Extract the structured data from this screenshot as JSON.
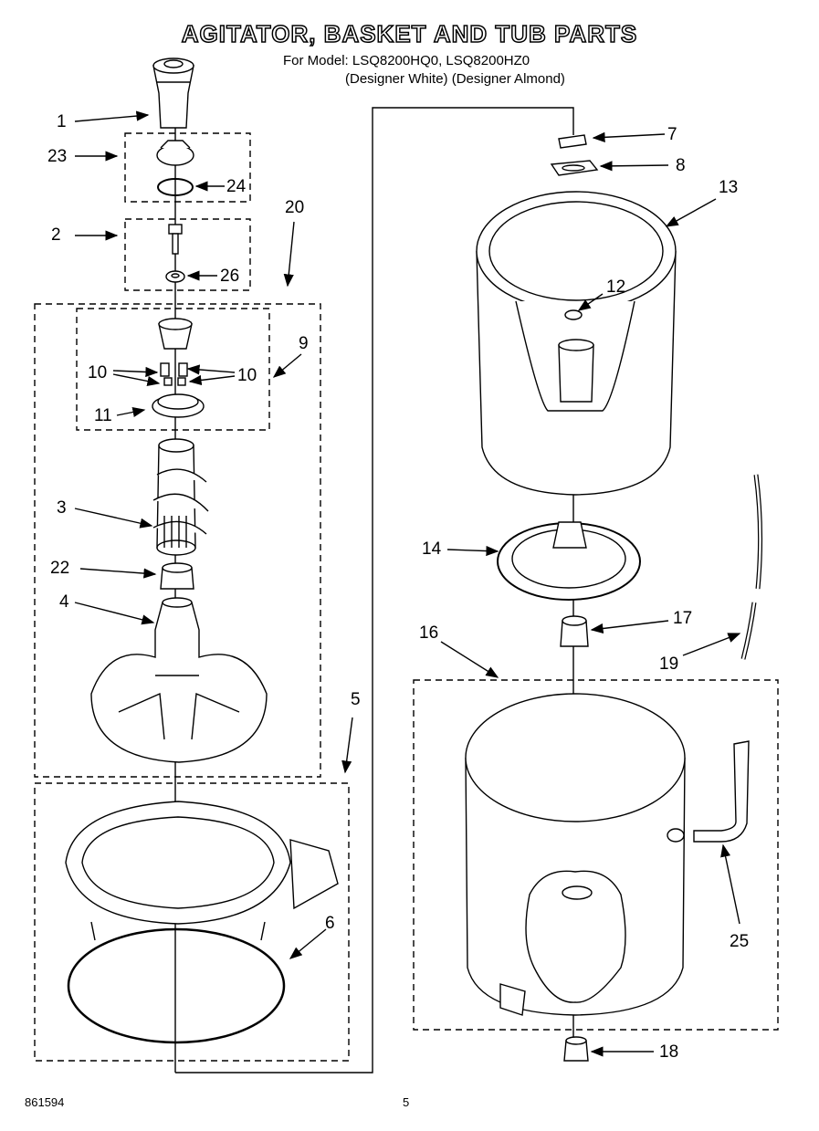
{
  "header": {
    "title": "AGITATOR, BASKET AND TUB PARTS",
    "model_line": "For Model: LSQ8200HQ0, LSQ8200HZ0",
    "variant_line": "(Designer White) (Designer Almond)"
  },
  "callouts": {
    "c1": "1",
    "c2": "2",
    "c3": "3",
    "c4": "4",
    "c5": "5",
    "c6": "6",
    "c7": "7",
    "c8": "8",
    "c9": "9",
    "c10a": "10",
    "c10b": "10",
    "c11": "11",
    "c12": "12",
    "c13": "13",
    "c14": "14",
    "c16": "16",
    "c17": "17",
    "c18": "18",
    "c19": "19",
    "c20": "20",
    "c22": "22",
    "c23": "23",
    "c24": "24",
    "c25": "25",
    "c26": "26"
  },
  "footer": {
    "doc_number": "861594",
    "page_number": "5"
  }
}
